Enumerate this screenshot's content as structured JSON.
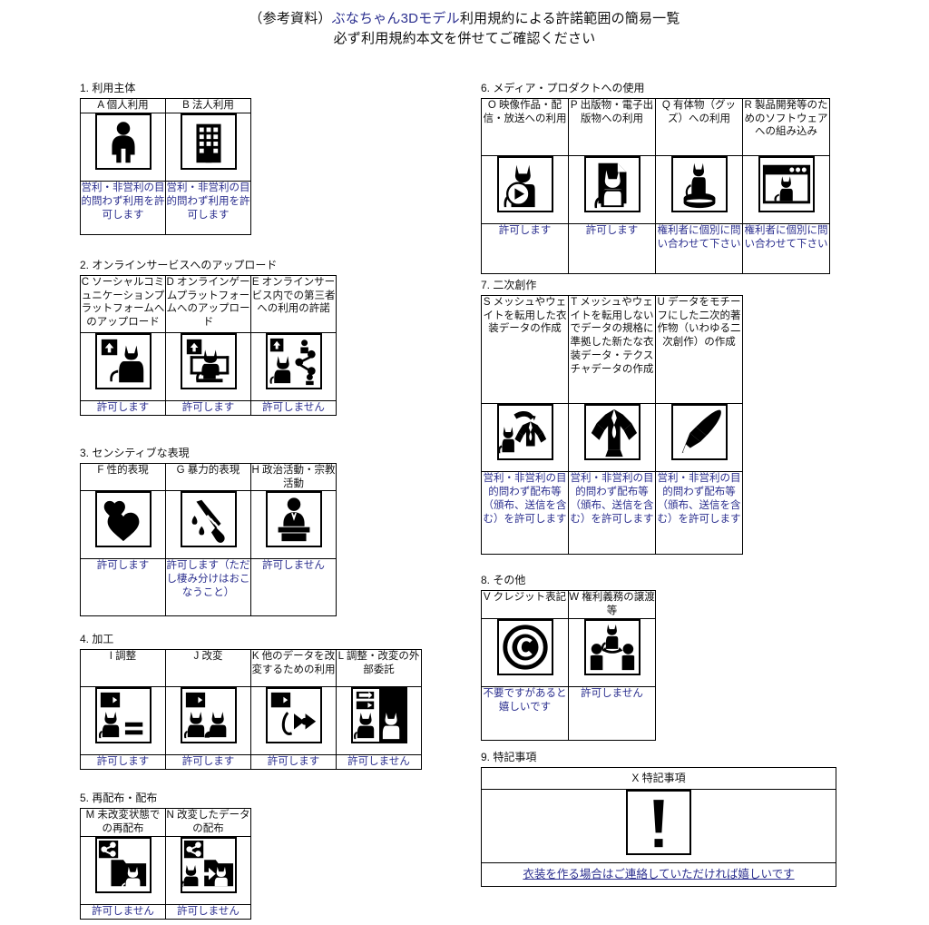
{
  "title": {
    "line1_prefix": "（参考資料）",
    "line1_blue": "ぶなちゃん3Dモデル",
    "line1_suffix": "利用規約による許諾範囲の簡易一覧",
    "line2": "必ず利用規約本文を併せてご確認ください"
  },
  "colors": {
    "blue_text": "#2b2f8f",
    "ink": "#111111",
    "border": "#000000",
    "background": "#ffffff"
  },
  "sections": [
    {
      "id": "s1",
      "title": "1. 利用主体",
      "columns": [
        {
          "code": "A",
          "header": "A 個人利用",
          "icon": "person-icon",
          "note": "営利・非営利の目的問わず利用を許可します"
        },
        {
          "code": "B",
          "header": "B 法人利用",
          "icon": "building-icon",
          "note": "営利・非営利の目的問わず利用を許可します"
        }
      ]
    },
    {
      "id": "s2",
      "title": "2. オンラインサービスへのアップロード",
      "columns": [
        {
          "code": "C",
          "header": "C ソーシャルコミュニケーションプラットフォームへのアップロード",
          "icon": "upload-cat-icon",
          "note": "許可します"
        },
        {
          "code": "D",
          "header": "D オンラインゲームプラットフォームへのアップロード",
          "icon": "upload-cat-monitor-icon",
          "note": "許可します"
        },
        {
          "code": "E",
          "header": "E オンラインサービス内での第三者への利用の許諾",
          "icon": "share-cat-people-icon",
          "note": "許可しません"
        }
      ]
    },
    {
      "id": "s3",
      "title": "3. センシティブな表現",
      "columns": [
        {
          "code": "F",
          "header": "F 性的表現",
          "icon": "hearts-icon",
          "note": "許可します"
        },
        {
          "code": "G",
          "header": "G 暴力的表現",
          "icon": "knife-icon",
          "note": "許可します（ただし棲み分けはおこなうこと）"
        },
        {
          "code": "H",
          "header": "H 政治活動・宗教活動",
          "icon": "podium-speaker-icon",
          "note": "許可しません"
        }
      ]
    },
    {
      "id": "s4",
      "title": "4. 加工",
      "columns": [
        {
          "code": "I",
          "header": "I 調整",
          "icon": "arrow-cat-equal-icon",
          "note": "許可します"
        },
        {
          "code": "J",
          "header": "J 改変",
          "icon": "arrow-two-cats-icon",
          "note": "許可します"
        },
        {
          "code": "K",
          "header": "K 他のデータを改変するための利用",
          "icon": "arrow-cat-tail-icon",
          "note": "許可します"
        },
        {
          "code": "L",
          "header": "L 調整・改変の外部委託",
          "icon": "outsource-cat-icon",
          "note": "許可しません"
        }
      ]
    },
    {
      "id": "s5",
      "title": "5. 再配布・配布",
      "columns": [
        {
          "code": "M",
          "header": "M 未改変状態での再配布",
          "icon": "share-folder-cat-icon",
          "note": "許可しません"
        },
        {
          "code": "N",
          "header": "N 改変したデータの配布",
          "icon": "share-folder-modified-cat-icon",
          "note": "許可しません"
        }
      ]
    },
    {
      "id": "s6",
      "title": "6. メディア・プロダクトへの使用",
      "columns": [
        {
          "code": "O",
          "header": "O 映像作品・配信・放送への利用",
          "icon": "play-cat-icon",
          "note": "許可します"
        },
        {
          "code": "P",
          "header": "P 出版物・電子出版物への利用",
          "icon": "page-cat-icon",
          "note": "許可します"
        },
        {
          "code": "Q",
          "header": "Q 有体物（グッズ）への利用",
          "icon": "figurine-cat-icon",
          "note": "権利者に個別に問い合わせて下さい"
        },
        {
          "code": "R",
          "header": "R 製品開発等のためのソフトウェアへの組み込み",
          "icon": "window-cat-icon",
          "note": "権利者に個別に問い合わせて下さい"
        }
      ]
    },
    {
      "id": "s7",
      "title": "7. 二次創作",
      "columns": [
        {
          "code": "S",
          "header": "S メッシュやウェイトを転用した衣装データの作成",
          "icon": "cat-clothes-icon",
          "note": "営利・非営利の目的問わず配布等（頒布、送信を含む）を許可します"
        },
        {
          "code": "T",
          "header": "T メッシュやウェイトを転用しないでデータの規格に準拠した新たな衣装データ・テクスチャデータの作成",
          "icon": "clothes-icon",
          "note": "営利・非営利の目的問わず配布等（頒布、送信を含む）を許可します"
        },
        {
          "code": "U",
          "header": "U データをモチーフにした二次的著作物（いわゆる二次創作）の作成",
          "icon": "brush-icon",
          "note": "営利・非営利の目的問わず配布等（頒布、送信を含む）を許可します"
        }
      ]
    },
    {
      "id": "s8",
      "title": "8. その他",
      "columns": [
        {
          "code": "V",
          "header": "V クレジット表記",
          "icon": "copyright-icon",
          "note": "不要ですがあると嬉しいです"
        },
        {
          "code": "W",
          "header": "W 権利義務の譲渡等",
          "icon": "transfer-cat-icon",
          "note": "許可しません"
        }
      ]
    },
    {
      "id": "s9",
      "title": "9. 特記事項",
      "columns": [
        {
          "code": "X",
          "header": "X 特記事項",
          "icon": "exclamation-icon",
          "note": "衣装を作る場合はご連絡していただければ嬉しいです"
        }
      ]
    }
  ]
}
